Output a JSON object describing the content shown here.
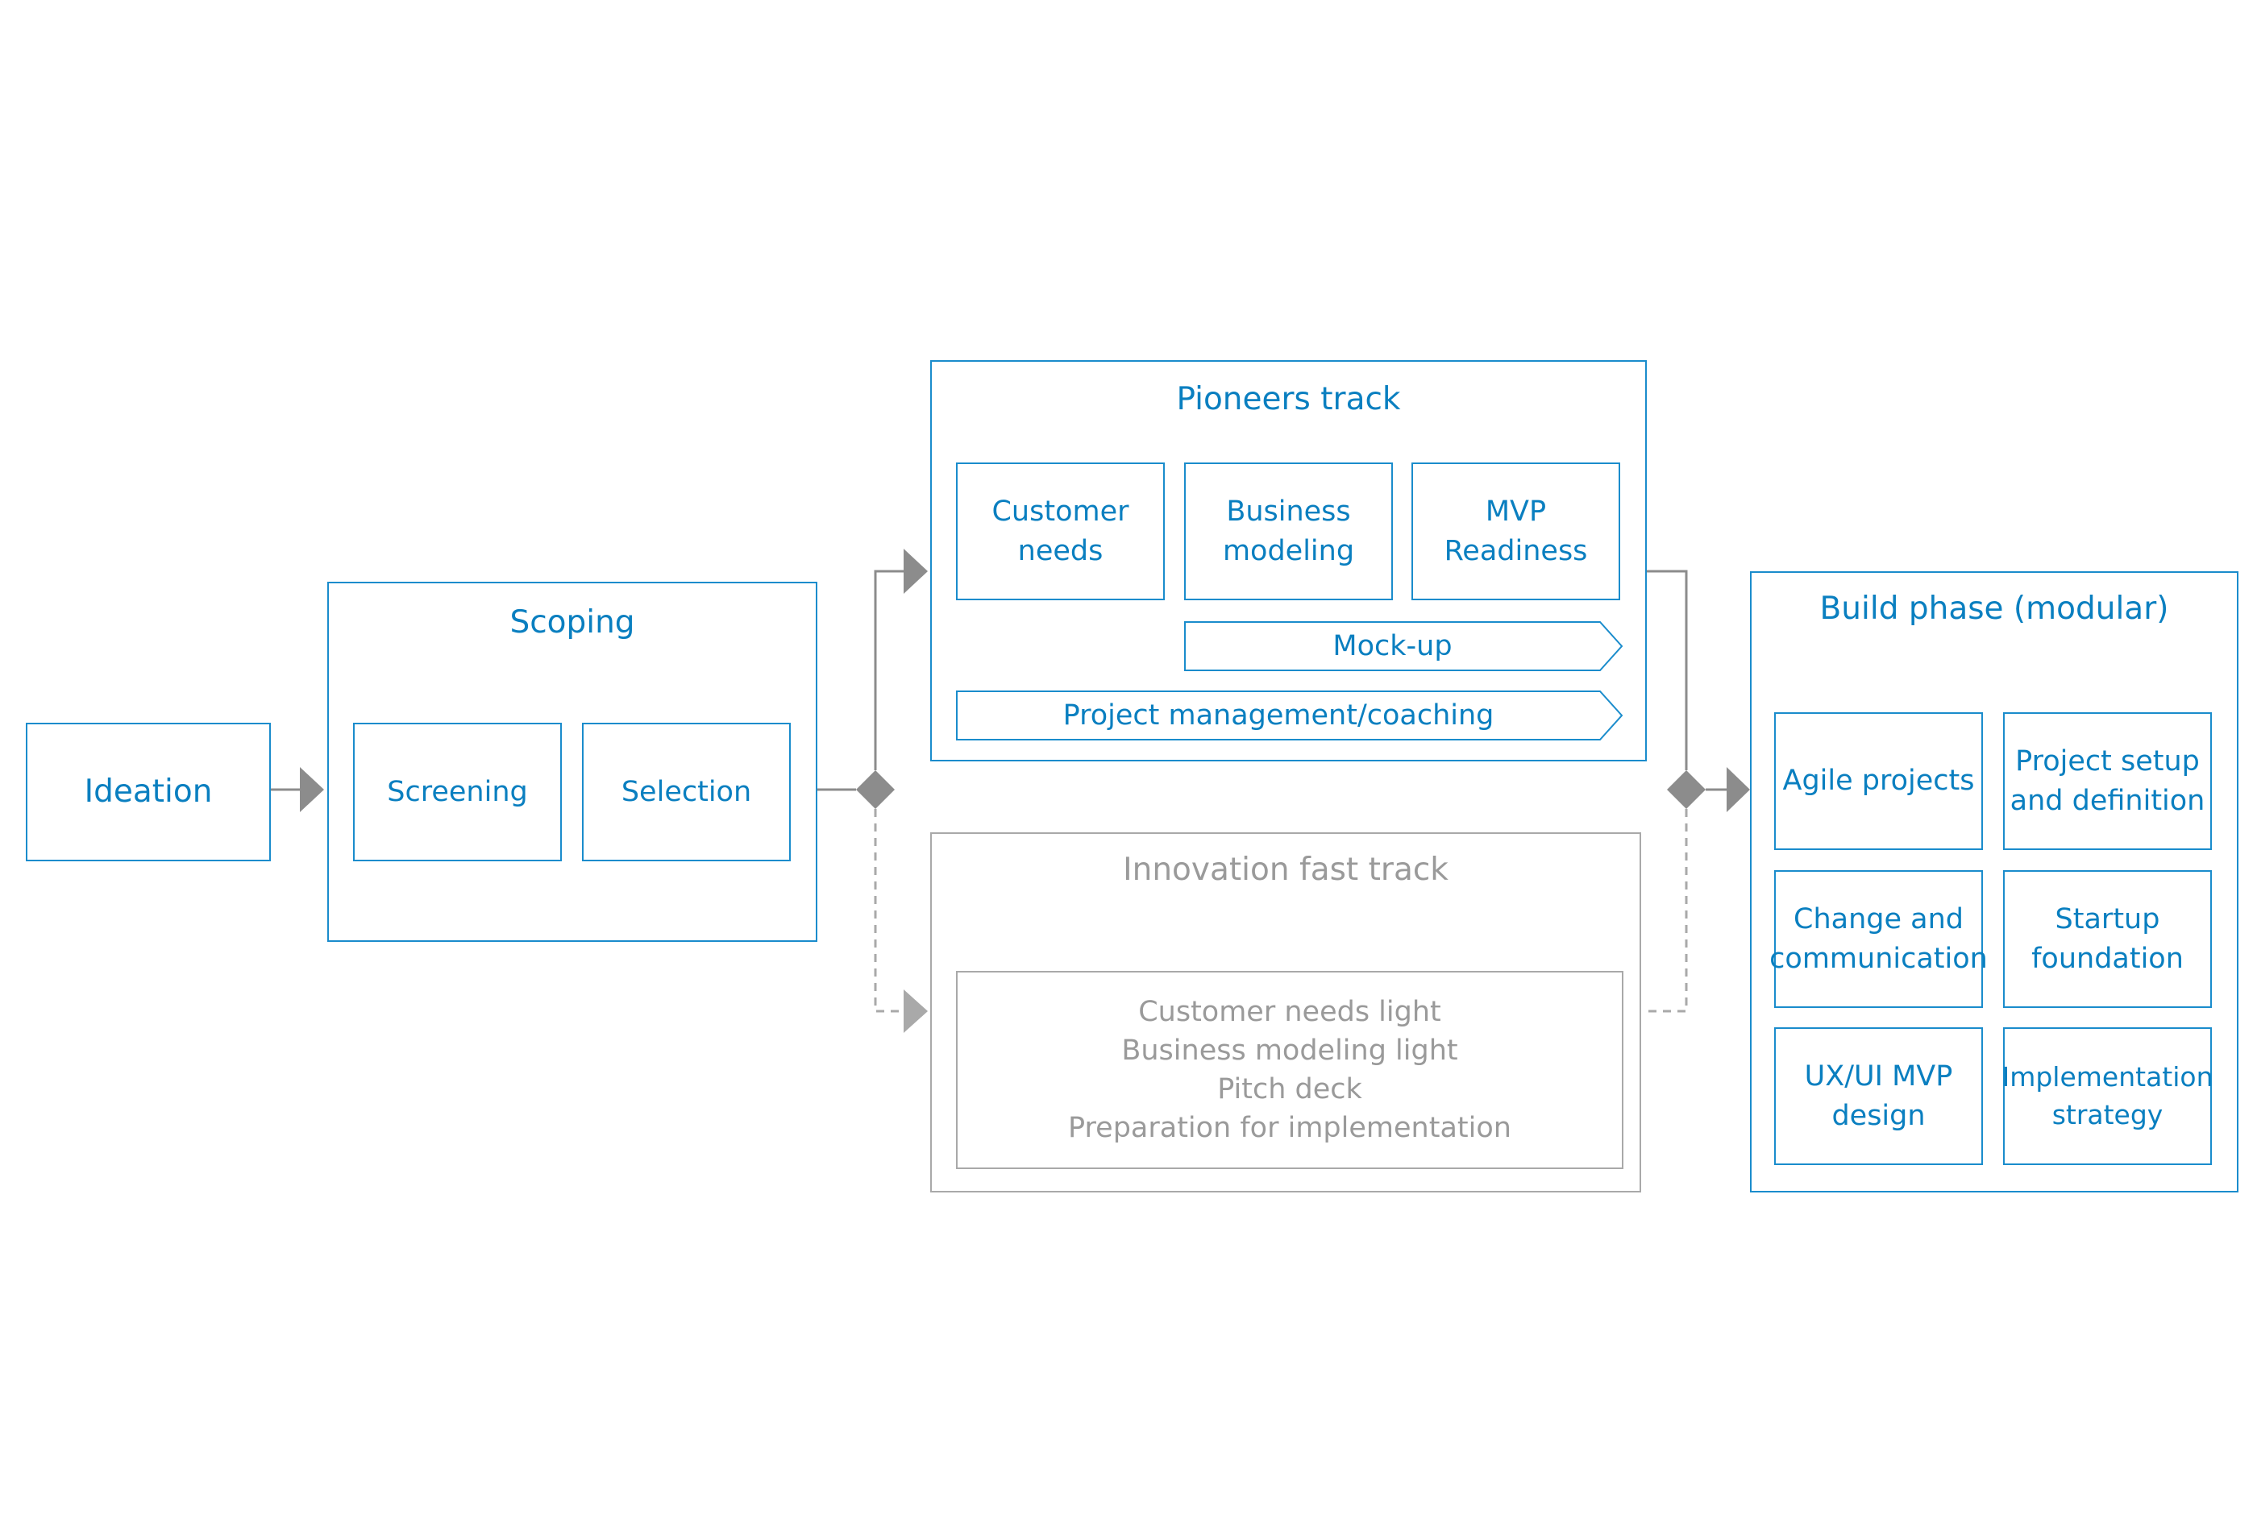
{
  "ideation": {
    "label": "Ideation"
  },
  "scoping": {
    "title": "Scoping",
    "items": [
      "Screening",
      "Selection"
    ]
  },
  "pioneers": {
    "title": "Pioneers track",
    "items": [
      "Customer\nneeds",
      "Business\nmodeling",
      "MVP\nReadiness"
    ],
    "bands": [
      "Mock-up",
      "Project management/coaching"
    ]
  },
  "fast_track": {
    "title": "Innovation fast track",
    "items": [
      "Customer needs light",
      "Business modeling light",
      "Pitch deck",
      "Preparation for implementation"
    ]
  },
  "build": {
    "title": "Build phase (modular)",
    "items": [
      "Agile projects",
      "Project setup\nand definition",
      "Change and\ncommunication",
      "Startup\nfoundation",
      "UX/UI MVP\ndesign",
      "Implementation\nstrategy"
    ]
  },
  "colors": {
    "primary": "#1a8ccc",
    "primary_text": "#0a7fc0",
    "muted": "#a9a9a9",
    "connector": "#8c8c8c"
  }
}
